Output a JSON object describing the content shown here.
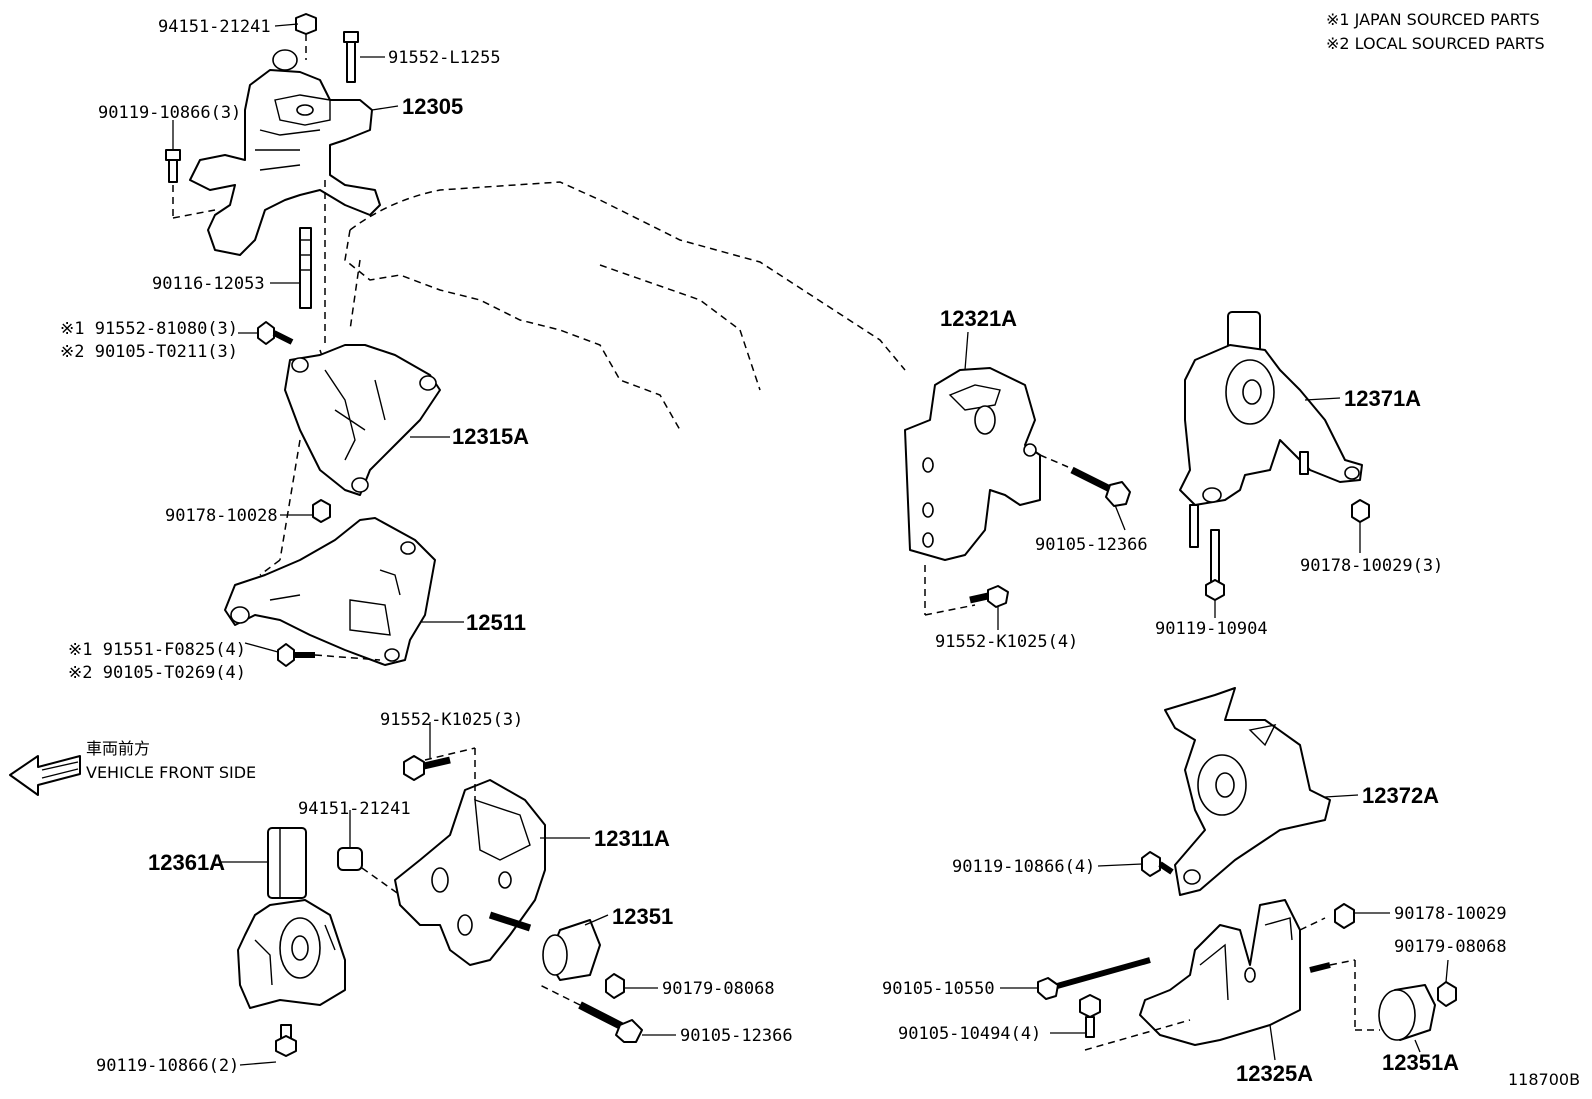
{
  "notes": {
    "japan": "※1 JAPAN SOURCED PARTS",
    "local": "※2 LOCAL SOURCED PARTS"
  },
  "direction": {
    "jp": "車両前方",
    "en": "VEHICLE FRONT SIDE"
  },
  "diagram_id": "118700B",
  "parts": {
    "p94151_top": "94151-21241",
    "p91552_l1255": "91552-L1255",
    "p12305": "12305",
    "p90119_10866_3": "90119-10866(3)",
    "p90116_12053": "90116-12053",
    "p91552_81080": "※1 91552-81080(3)",
    "p90105_t0211": "※2 90105-T0211(3)",
    "p12315a": "12315A",
    "p90178_10028": "90178-10028",
    "p12511": "12511",
    "p91551_f0825": "※1 91551-F0825(4)",
    "p90105_t0269": "※2 90105-T0269(4)",
    "p91552_k1025_3": "91552-K1025(3)",
    "p94151_mid": "94151-21241",
    "p12311a": "12311A",
    "p12361a": "12361A",
    "p12351": "12351",
    "p90179_08068_a": "90179-08068",
    "p90105_12366_a": "90105-12366",
    "p90119_10866_2": "90119-10866(2)",
    "p12321a": "12321A",
    "p90105_12366_b": "90105-12366",
    "p91552_k1025_4": "91552-K1025(4)",
    "p12371a": "12371A",
    "p90178_10029_3": "90178-10029(3)",
    "p90119_10904": "90119-10904",
    "p12372a": "12372A",
    "p90119_10866_4": "90119-10866(4)",
    "p90178_10029": "90178-10029",
    "p90179_08068_b": "90179-08068",
    "p90105_10550": "90105-10550",
    "p90105_10494": "90105-10494(4)",
    "p12325a": "12325A",
    "p12351a": "12351A"
  }
}
